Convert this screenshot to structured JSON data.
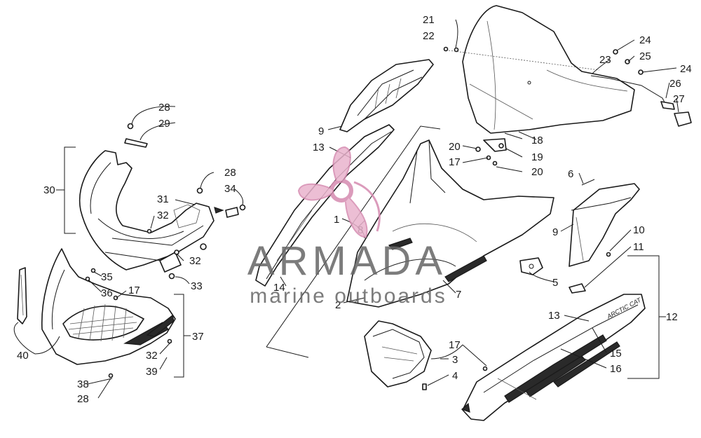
{
  "diagram": {
    "callouts": [
      "1",
      "2",
      "3",
      "4",
      "5",
      "6",
      "7",
      "8",
      "9",
      "9",
      "10",
      "11",
      "12",
      "13",
      "13",
      "14",
      "15",
      "16",
      "17",
      "17",
      "17",
      "18",
      "19",
      "20",
      "20",
      "21",
      "22",
      "23",
      "24",
      "24",
      "25",
      "26",
      "27",
      "28",
      "28",
      "28",
      "29",
      "30",
      "31",
      "32",
      "32",
      "32",
      "33",
      "34",
      "35",
      "36",
      "37",
      "38",
      "39",
      "40"
    ]
  },
  "watermark": {
    "brand": "ARMADA",
    "tagline": "marine outboards",
    "brand_color": "#d58ab0",
    "text_color": "#666666"
  },
  "product_decal": "ARCTIC CAT"
}
